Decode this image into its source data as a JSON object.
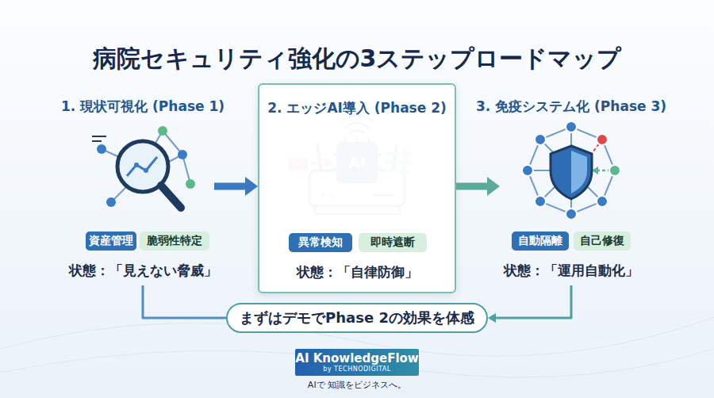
{
  "diagram": {
    "title": "病院セキュリティ強化の3ステップロードマップ",
    "nodes": [
      {
        "text": [
          "1. 現状可視化 (Phase 1)",
          "状態：「見えない脅威」"
        ]
      },
      {
        "text": [
          "資産管理"
        ],
        "in": 0
      },
      {
        "text": [
          "脆弱性特定"
        ],
        "in": 0
      },
      {
        "text": [
          "2. エッジAI導入 (Phase 2)",
          "状態：「自律防御」"
        ]
      },
      {
        "text": [
          "異常検知"
        ],
        "in": 3
      },
      {
        "text": [
          "即時遮断"
        ],
        "in": 3
      },
      {
        "text": [
          "3. 免疫システム化 (Phase 3)",
          "状態：「運用自動化」"
        ]
      },
      {
        "text": [
          "自動隔離"
        ],
        "in": 6
      },
      {
        "text": [
          "自己修復"
        ],
        "in": 6
      },
      {
        "text": [
          "まずはデモでPhase 2の効果を体感"
        ]
      },
      {
        "text": [
          "AI KnowledgeFlow",
          "by TECHNODIGITAL"
        ]
      }
    ],
    "edges": [
      {
        "from": 0,
        "to": 3,
        "arrow": "to"
      },
      {
        "from": 3,
        "to": 6,
        "arrow": "to"
      },
      {
        "from": 0,
        "to": 9,
        "arrow": "none"
      },
      {
        "from": 6,
        "to": 9,
        "arrow": "to"
      }
    ],
    "labels": [
      "AI",
      "AIで 知識をビジネスへ。"
    ]
  }
}
